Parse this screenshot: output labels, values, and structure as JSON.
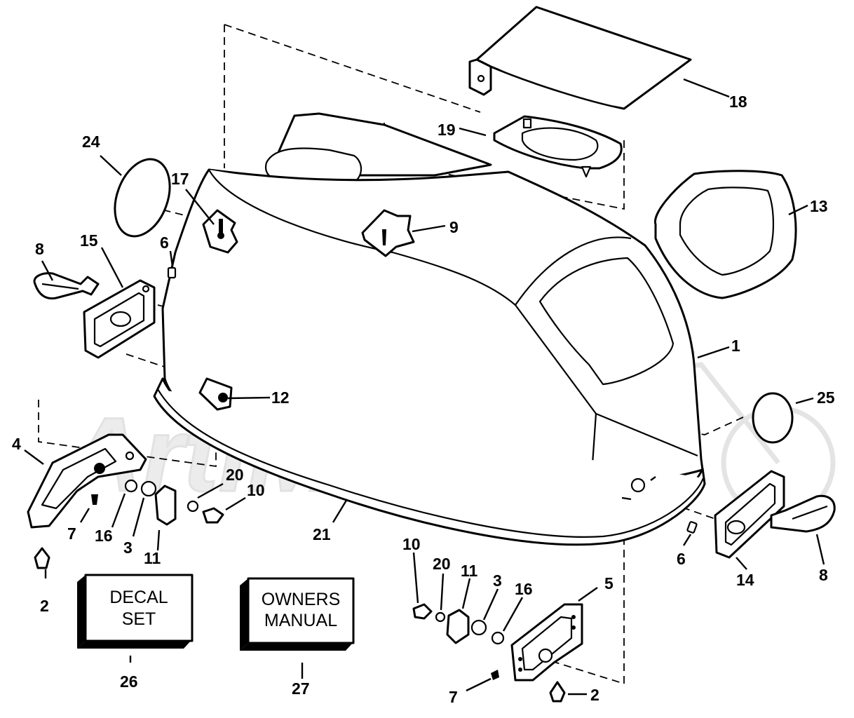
{
  "callouts": {
    "c1": "1",
    "c2a": "2",
    "c2b": "2",
    "c3a": "3",
    "c3b": "3",
    "c4": "4",
    "c5": "5",
    "c6a": "6",
    "c6b": "6",
    "c7a": "7",
    "c7b": "7",
    "c8a": "8",
    "c8b": "8",
    "c9": "9",
    "c10a": "10",
    "c10b": "10",
    "c11a": "11",
    "c11b": "11",
    "c12": "12",
    "c13": "13",
    "c14": "14",
    "c15": "15",
    "c16a": "16",
    "c16b": "16",
    "c17": "17",
    "c18": "18",
    "c19": "19",
    "c20a": "20",
    "c20b": "20",
    "c21": "21",
    "c24": "24",
    "c25": "25",
    "c26": "26",
    "c27": "27"
  },
  "boxes": {
    "decal_line1": "DECAL",
    "decal_line2": "SET",
    "manual_line1": "OWNERS",
    "manual_line2": "MANUAL"
  },
  "watermark": {
    "text": "ArtiMoto",
    "color": "#e6e6e6"
  },
  "colors": {
    "line": "#000000",
    "background": "#ffffff"
  }
}
